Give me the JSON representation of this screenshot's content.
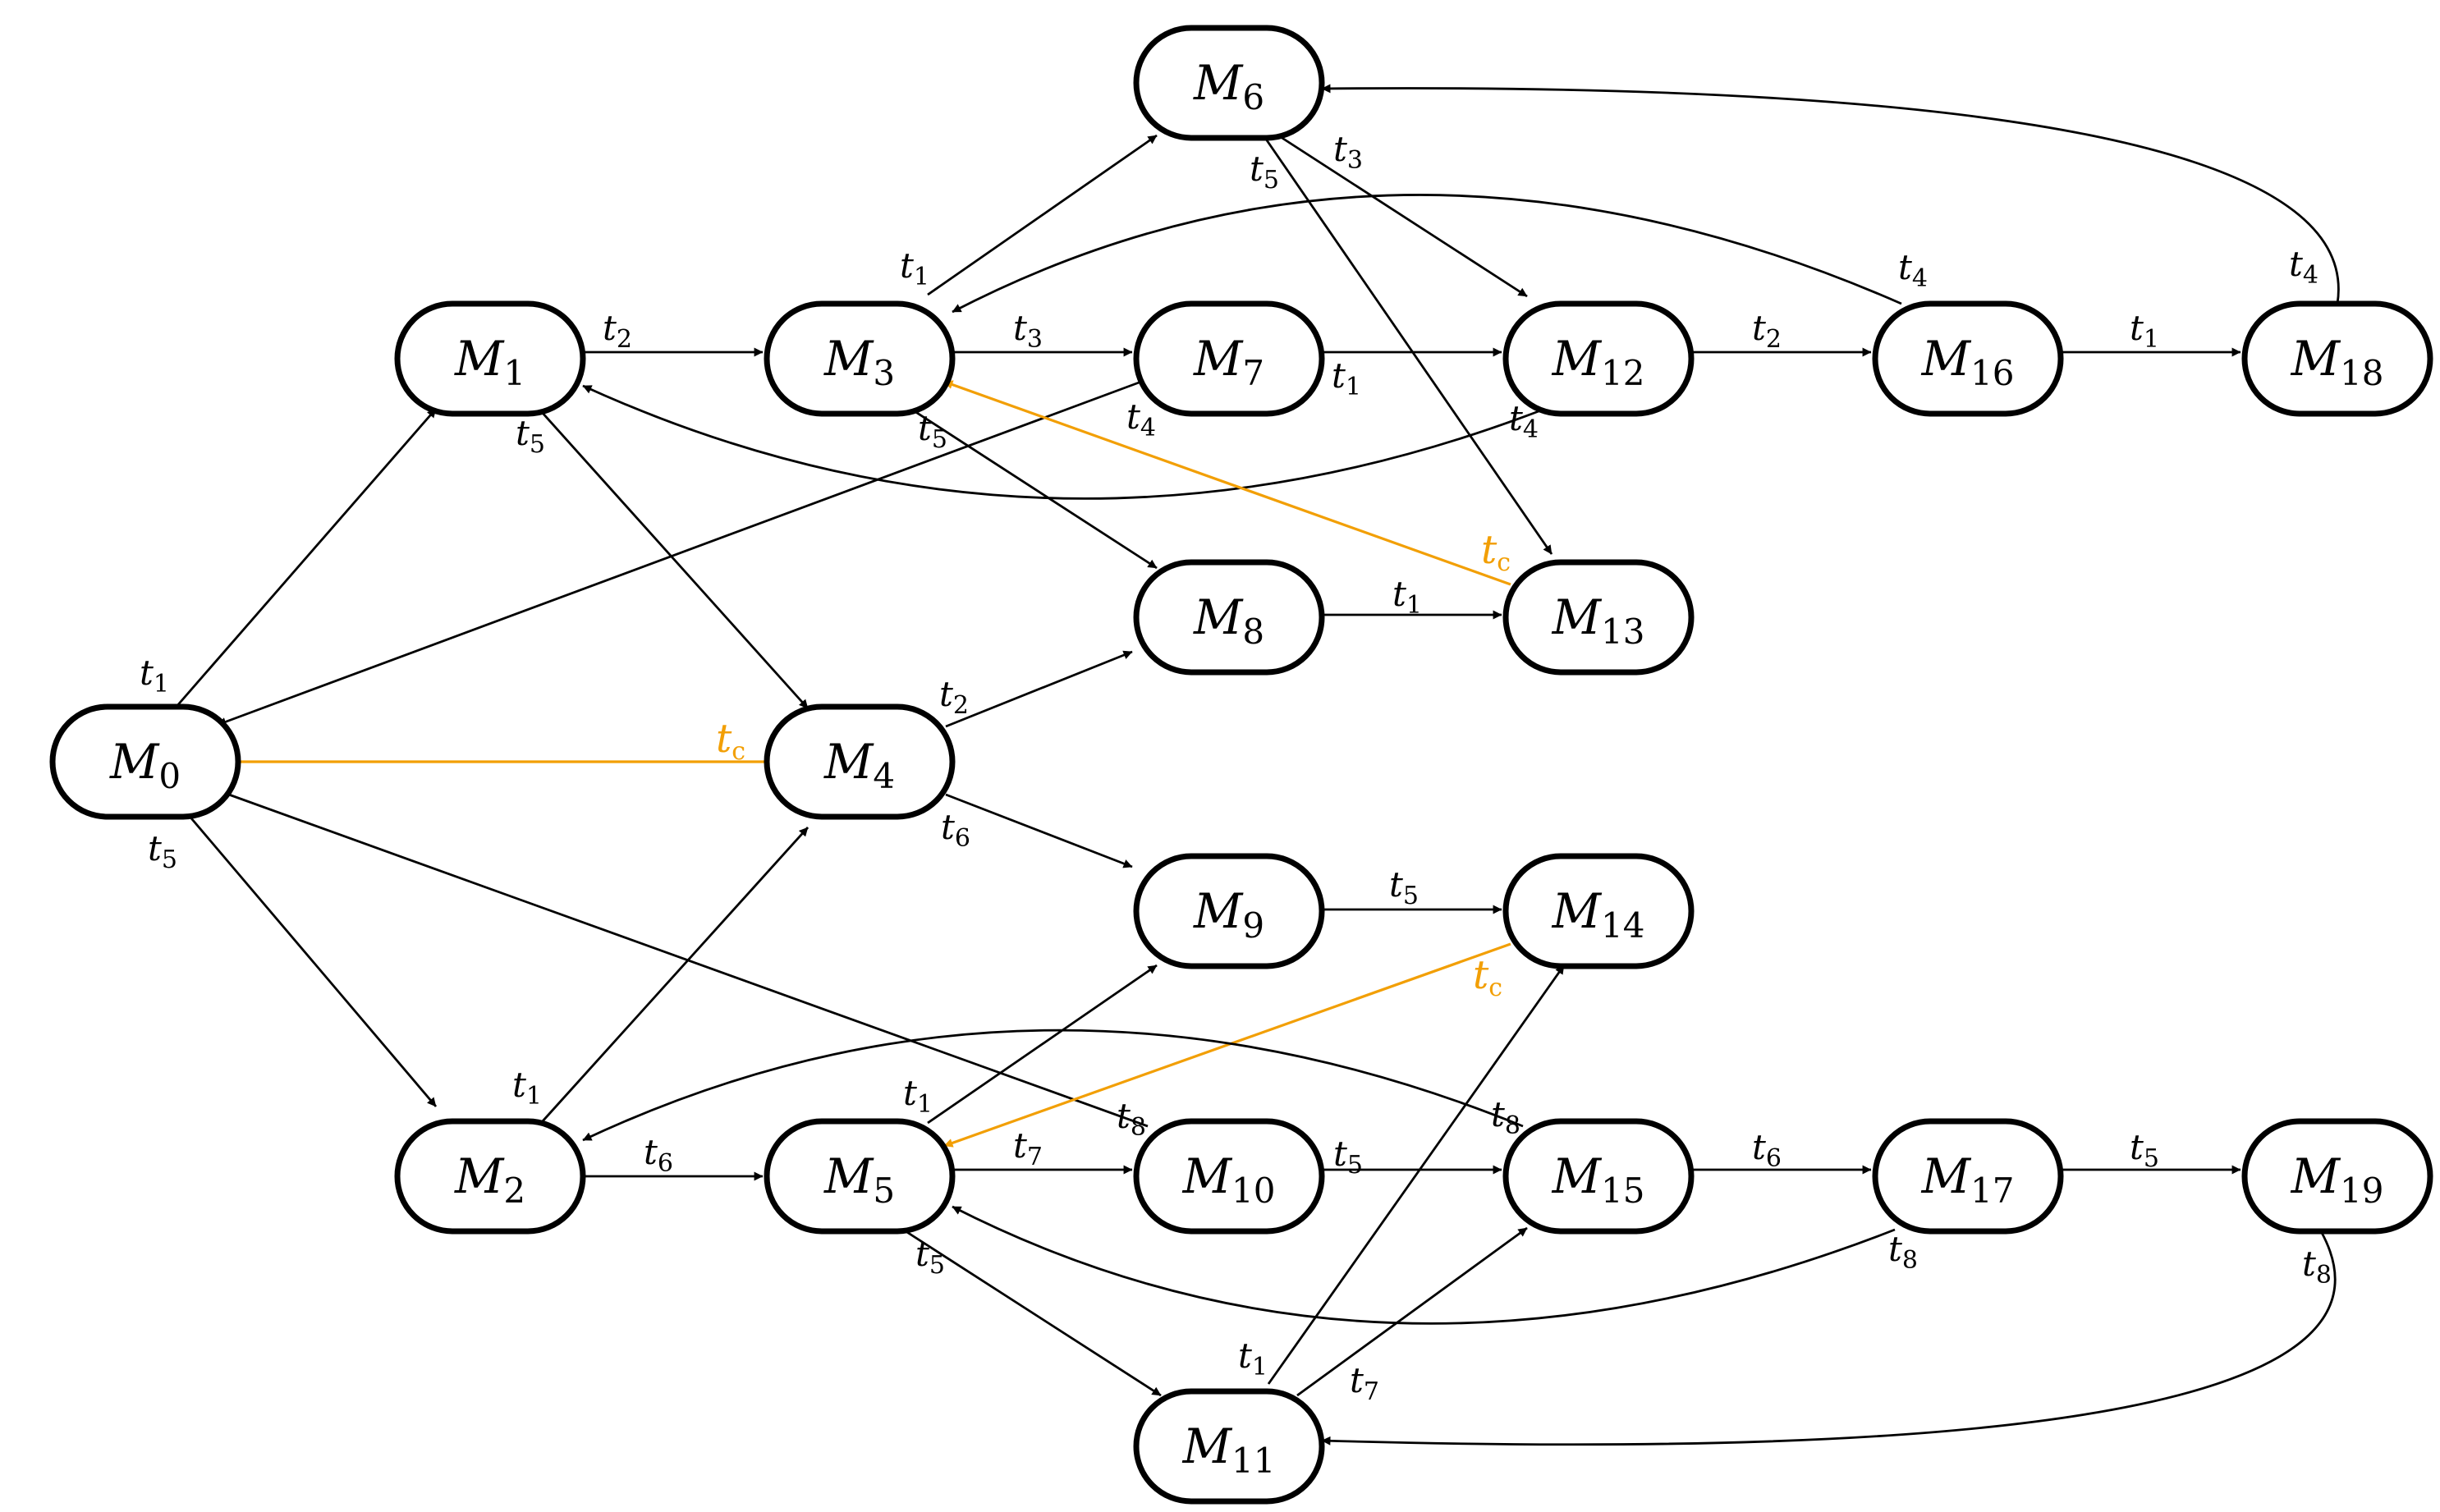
{
  "colors": {
    "default": "#000000",
    "highlight": "#f29f05"
  },
  "nodes": [
    {
      "id": "M0",
      "label": "M",
      "sub": "0"
    },
    {
      "id": "M1",
      "label": "M",
      "sub": "1"
    },
    {
      "id": "M2",
      "label": "M",
      "sub": "2"
    },
    {
      "id": "M3",
      "label": "M",
      "sub": "3"
    },
    {
      "id": "M4",
      "label": "M",
      "sub": "4"
    },
    {
      "id": "M5",
      "label": "M",
      "sub": "5"
    },
    {
      "id": "M6",
      "label": "M",
      "sub": "6"
    },
    {
      "id": "M7",
      "label": "M",
      "sub": "7"
    },
    {
      "id": "M8",
      "label": "M",
      "sub": "8"
    },
    {
      "id": "M9",
      "label": "M",
      "sub": "9"
    },
    {
      "id": "M10",
      "label": "M",
      "sub": "10"
    },
    {
      "id": "M11",
      "label": "M",
      "sub": "11"
    },
    {
      "id": "M12",
      "label": "M",
      "sub": "12"
    },
    {
      "id": "M13",
      "label": "M",
      "sub": "13"
    },
    {
      "id": "M14",
      "label": "M",
      "sub": "14"
    },
    {
      "id": "M15",
      "label": "M",
      "sub": "15"
    },
    {
      "id": "M16",
      "label": "M",
      "sub": "16"
    },
    {
      "id": "M17",
      "label": "M",
      "sub": "17"
    },
    {
      "id": "M18",
      "label": "M",
      "sub": "18"
    },
    {
      "id": "M19",
      "label": "M",
      "sub": "19"
    }
  ],
  "edges": [
    {
      "from": "M0",
      "to": "M1",
      "label": "t",
      "sub": "1"
    },
    {
      "from": "M0",
      "to": "M2",
      "label": "t",
      "sub": "5"
    },
    {
      "from": "M1",
      "to": "M3",
      "label": "t",
      "sub": "2"
    },
    {
      "from": "M1",
      "to": "M4",
      "label": "t",
      "sub": "5"
    },
    {
      "from": "M2",
      "to": "M4",
      "label": "t",
      "sub": "1"
    },
    {
      "from": "M2",
      "to": "M5",
      "label": "t",
      "sub": "6"
    },
    {
      "from": "M3",
      "to": "M6",
      "label": "t",
      "sub": "1"
    },
    {
      "from": "M3",
      "to": "M7",
      "label": "t",
      "sub": "3"
    },
    {
      "from": "M3",
      "to": "M8",
      "label": "t",
      "sub": "5"
    },
    {
      "from": "M4",
      "to": "M0",
      "label": "t",
      "sub": "c",
      "color": "highlight"
    },
    {
      "from": "M4",
      "to": "M8",
      "label": "t",
      "sub": "2"
    },
    {
      "from": "M4",
      "to": "M9",
      "label": "t",
      "sub": "6"
    },
    {
      "from": "M5",
      "to": "M9",
      "label": "t",
      "sub": "1"
    },
    {
      "from": "M5",
      "to": "M10",
      "label": "t",
      "sub": "7"
    },
    {
      "from": "M5",
      "to": "M11",
      "label": "t",
      "sub": "5"
    },
    {
      "from": "M6",
      "to": "M12",
      "label": "t",
      "sub": "3"
    },
    {
      "from": "M6",
      "to": "M13",
      "label": "t",
      "sub": "5"
    },
    {
      "from": "M7",
      "to": "M12",
      "label": "t",
      "sub": "1"
    },
    {
      "from": "M7",
      "to": "M0",
      "label": "t",
      "sub": "4"
    },
    {
      "from": "M8",
      "to": "M13",
      "label": "t",
      "sub": "1"
    },
    {
      "from": "M9",
      "to": "M14",
      "label": "t",
      "sub": "5"
    },
    {
      "from": "M10",
      "to": "M15",
      "label": "t",
      "sub": "5"
    },
    {
      "from": "M10",
      "to": "M0",
      "label": "t",
      "sub": "8"
    },
    {
      "from": "M11",
      "to": "M14",
      "label": "t",
      "sub": "1"
    },
    {
      "from": "M11",
      "to": "M15",
      "label": "t",
      "sub": "7"
    },
    {
      "from": "M12",
      "to": "M16",
      "label": "t",
      "sub": "2"
    },
    {
      "from": "M12",
      "to": "M1",
      "label": "t",
      "sub": "4"
    },
    {
      "from": "M13",
      "to": "M3",
      "label": "t",
      "sub": "c",
      "color": "highlight"
    },
    {
      "from": "M14",
      "to": "M5",
      "label": "t",
      "sub": "c",
      "color": "highlight"
    },
    {
      "from": "M15",
      "to": "M17",
      "label": "t",
      "sub": "6"
    },
    {
      "from": "M15",
      "to": "M2",
      "label": "t",
      "sub": "8"
    },
    {
      "from": "M16",
      "to": "M18",
      "label": "t",
      "sub": "1"
    },
    {
      "from": "M16",
      "to": "M3",
      "label": "t",
      "sub": "4"
    },
    {
      "from": "M17",
      "to": "M19",
      "label": "t",
      "sub": "5"
    },
    {
      "from": "M17",
      "to": "M5",
      "label": "t",
      "sub": "8"
    },
    {
      "from": "M18",
      "to": "M6",
      "label": "t",
      "sub": "4"
    },
    {
      "from": "M19",
      "to": "M11",
      "label": "t",
      "sub": "8"
    }
  ]
}
